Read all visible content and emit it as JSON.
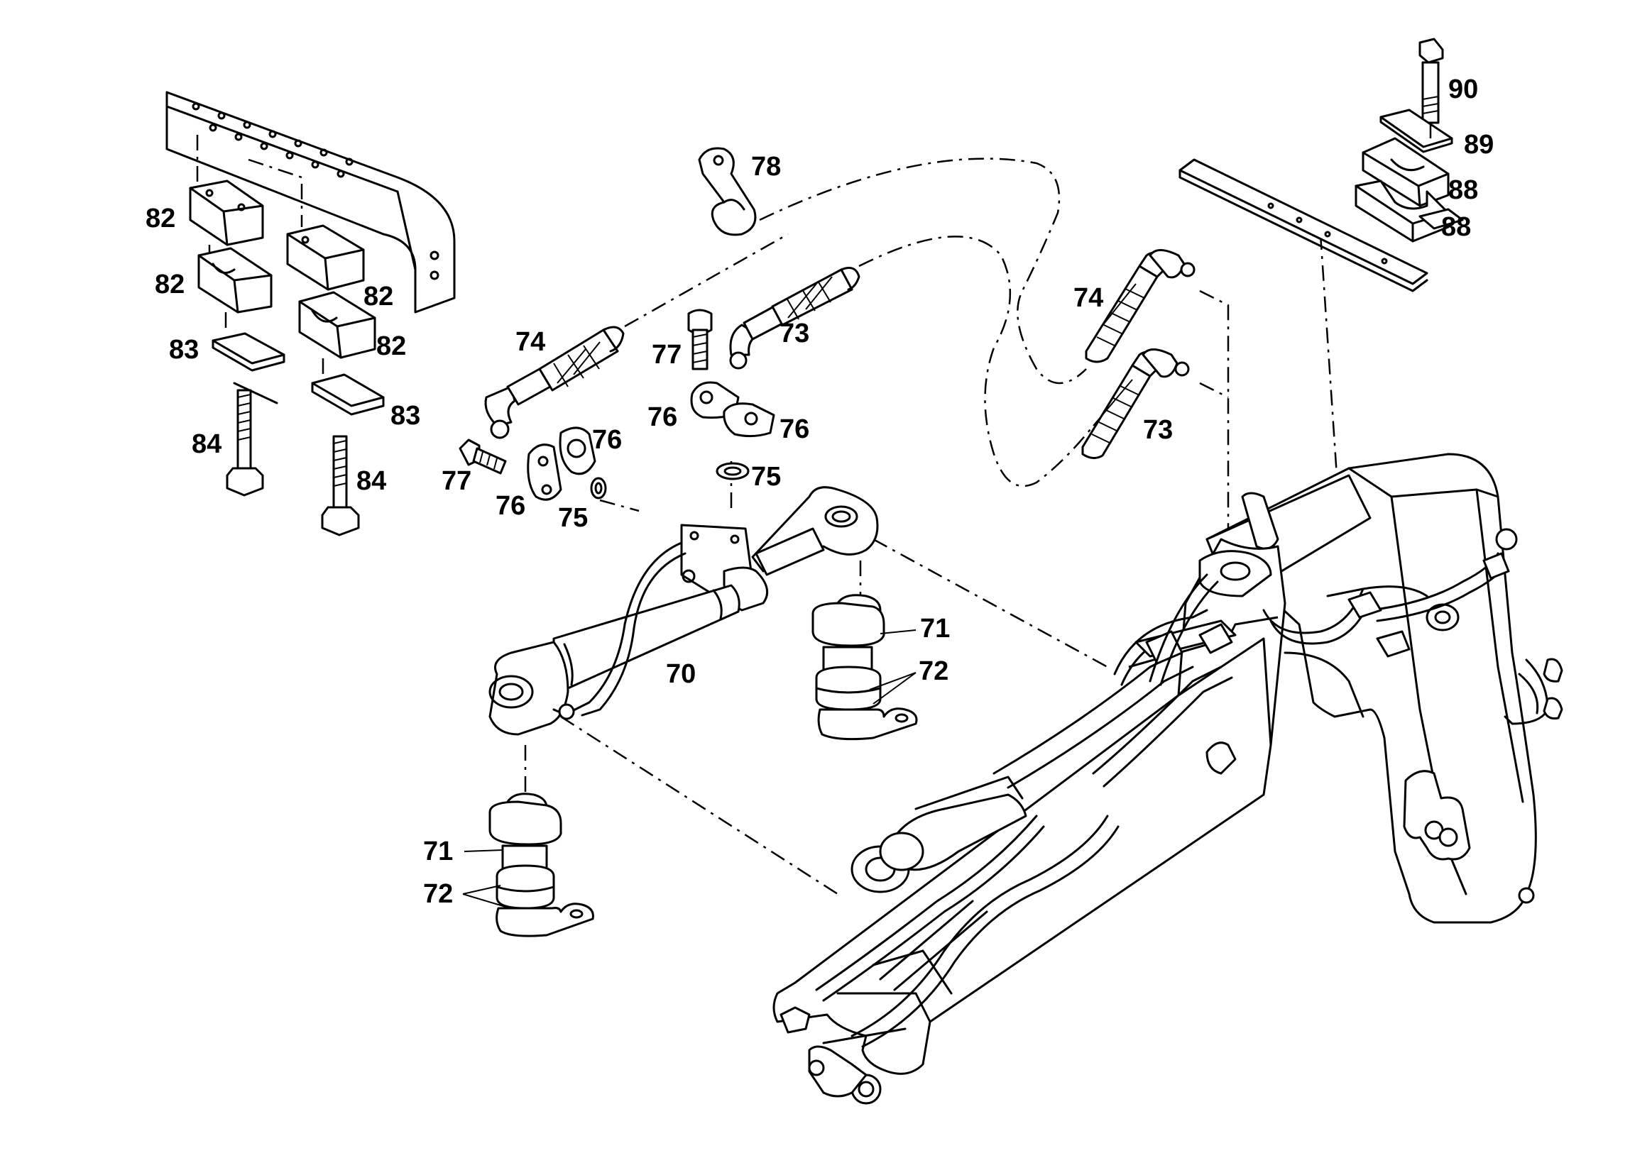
{
  "callouts": {
    "c70": "70",
    "c71a": "71",
    "c71b": "71",
    "c72a": "72",
    "c72b": "72",
    "c73a": "73",
    "c73b": "73",
    "c74a": "74",
    "c74b": "74",
    "c75a": "75",
    "c75b": "75",
    "c76a": "76",
    "c76b": "76",
    "c76c": "76",
    "c76d": "76",
    "c77a": "77",
    "c77b": "77",
    "c78": "78",
    "c82a": "82",
    "c82b": "82",
    "c82c": "82",
    "c82d": "82",
    "c83a": "83",
    "c83b": "83",
    "c84a": "84",
    "c84b": "84",
    "c88a": "88",
    "c88b": "88",
    "c89": "89",
    "c90": "90"
  }
}
